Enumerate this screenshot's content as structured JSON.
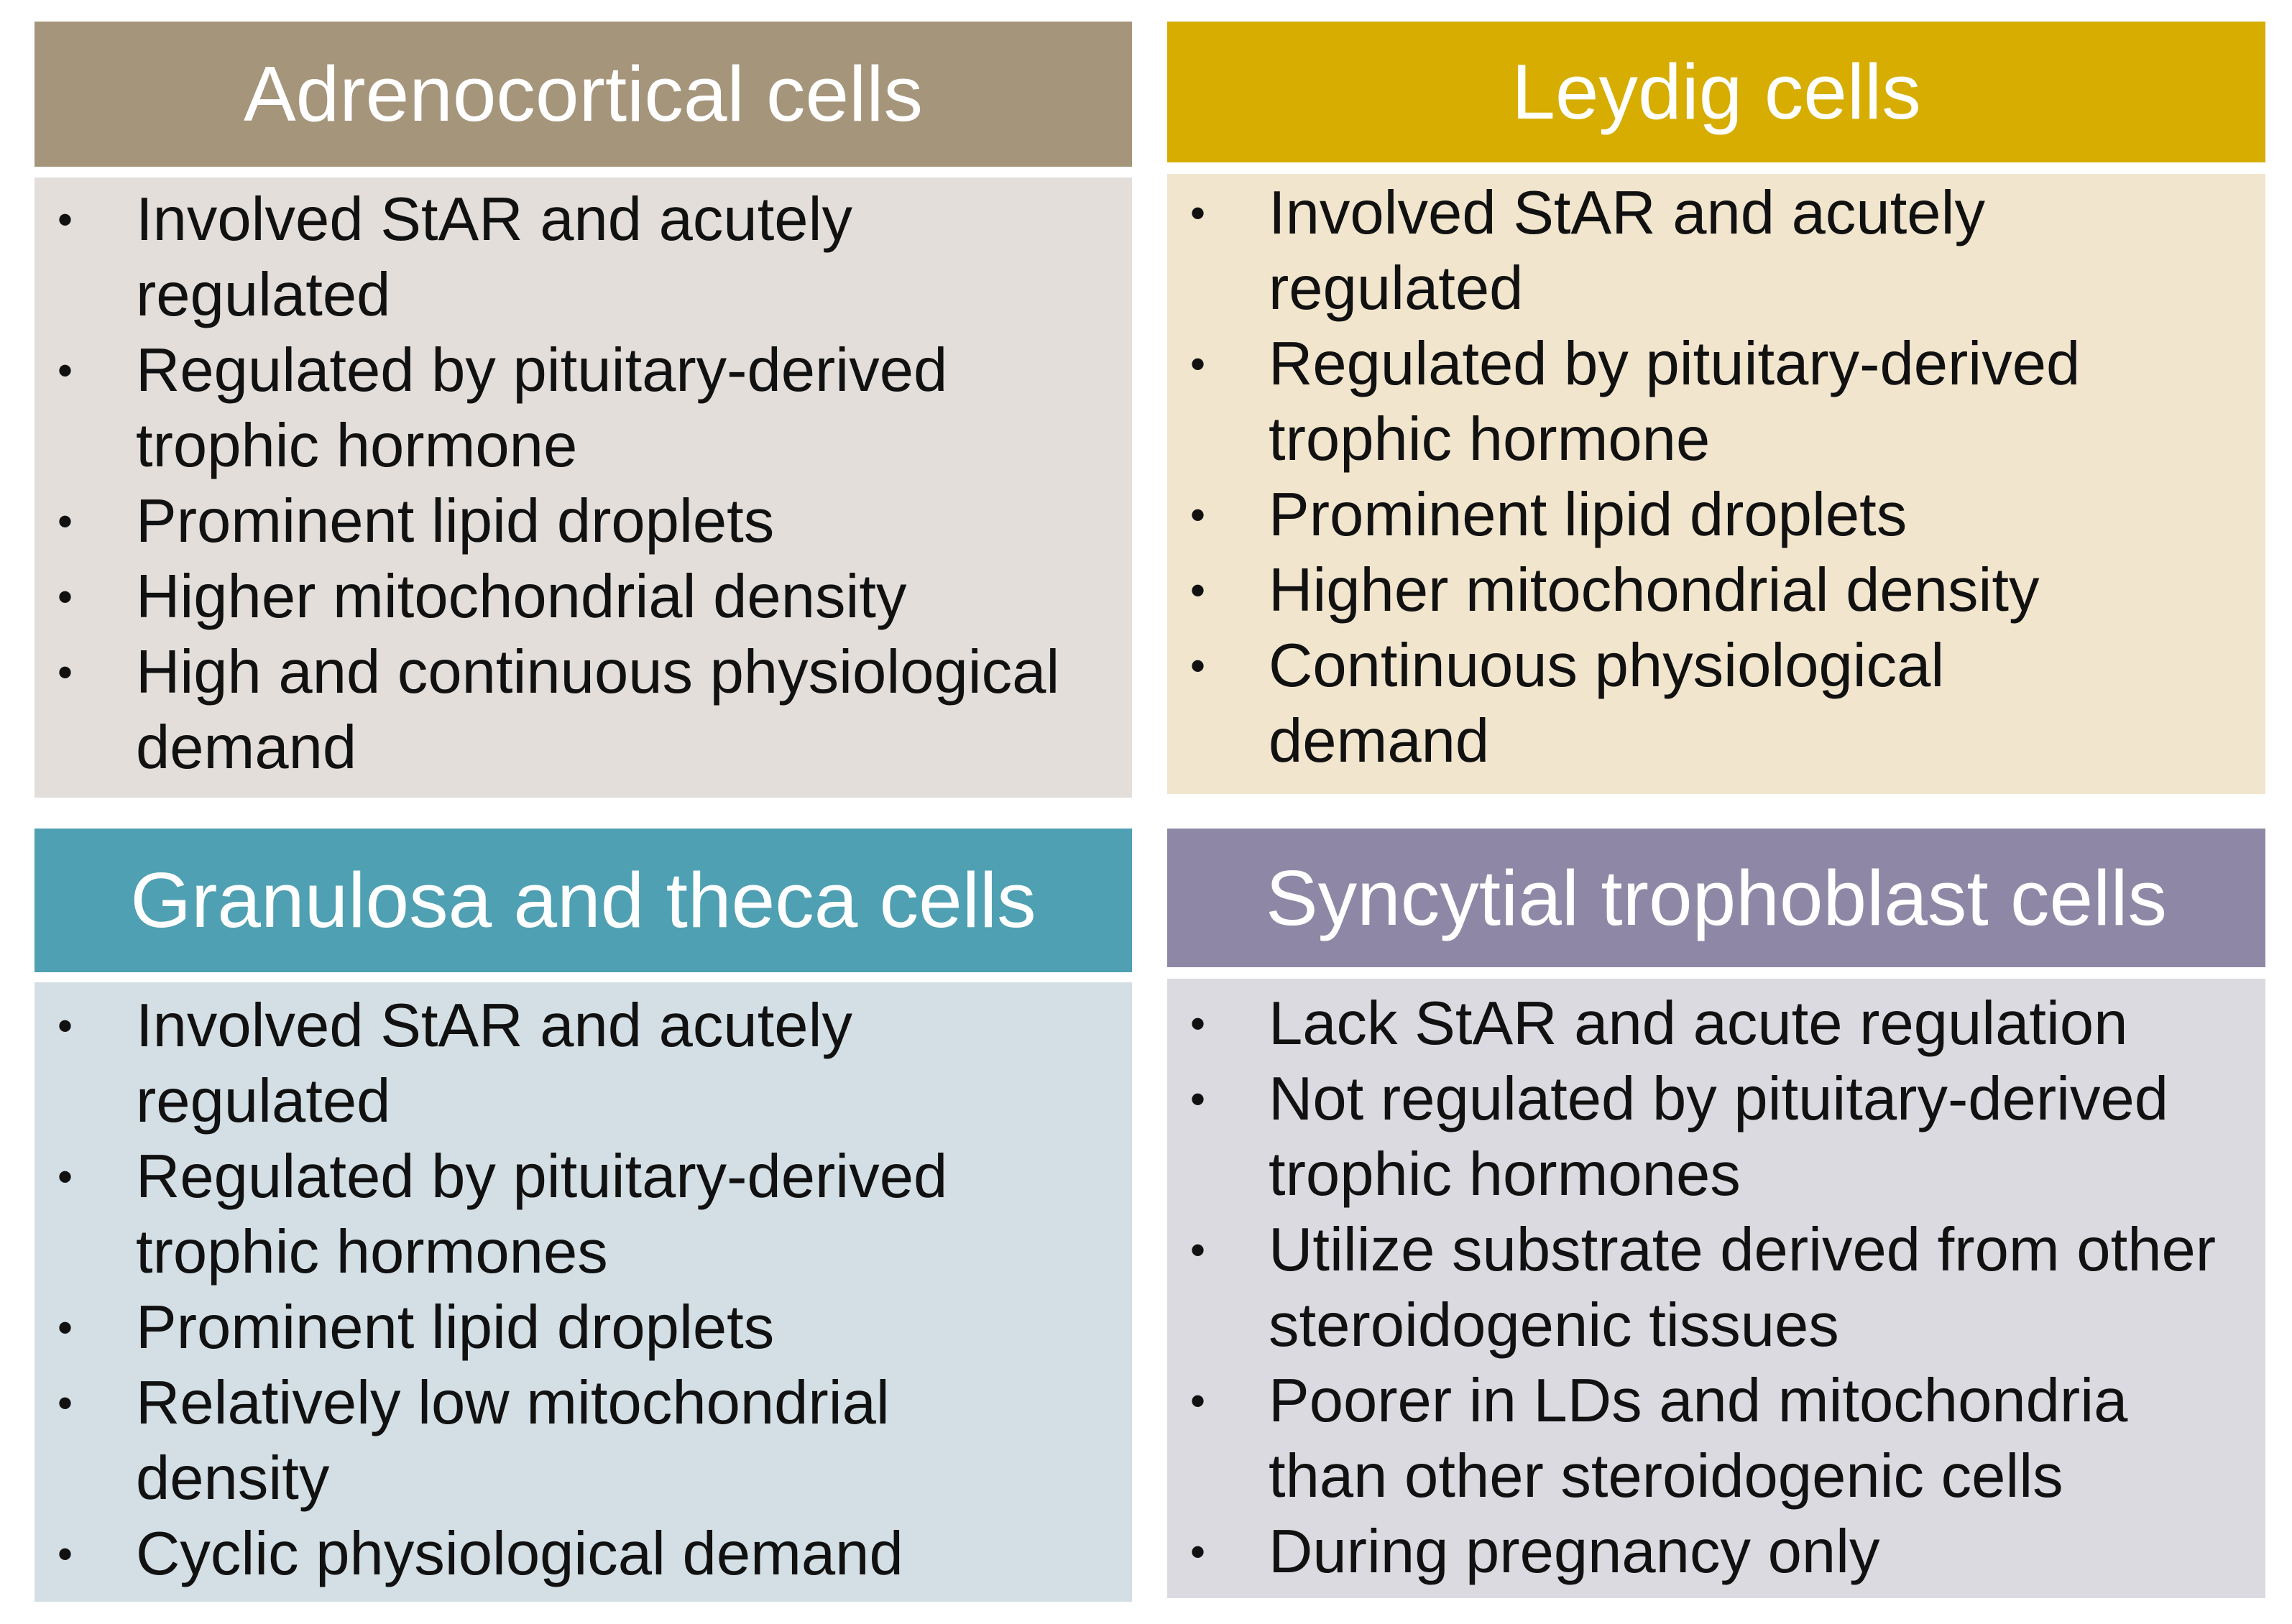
{
  "panels": [
    {
      "title": "Adrenocortical cells",
      "header_color": "#a5957b",
      "body_color": "#e3deda",
      "bullet_glyph": "•",
      "items": [
        "Involved StAR and acutely regulated",
        "Regulated by pituitary-derived trophic hormone",
        "Prominent lipid droplets",
        "Higher mitochondrial density",
        "High and continuous physiological demand"
      ]
    },
    {
      "title": "Leydig cells",
      "header_color": "#d6ad00",
      "body_color": "#f1e5cd",
      "bullet_glyph": "•",
      "items": [
        "Involved StAR and acutely regulated",
        "Regulated by pituitary-derived trophic hormone",
        "Prominent lipid droplets",
        "Higher mitochondrial density",
        "Continuous physiological demand"
      ]
    },
    {
      "title": "Granulosa and theca cells",
      "header_color": "#4ea0b2",
      "body_color": "#d3dfe5",
      "bullet_glyph": "•",
      "items": [
        "Involved StAR and acutely regulated",
        "Regulated by pituitary-derived trophic hormones",
        "Prominent lipid droplets",
        "Relatively low mitochondrial density",
        "Cyclic physiological demand"
      ]
    },
    {
      "title": "Syncytial trophoblast cells",
      "header_color": "#8e88a6",
      "body_color": "#dcdae1",
      "bullet_glyph": "•",
      "items": [
        "Lack StAR and acute regulation",
        "Not regulated by pituitary-derived trophic hormones",
        "Utilize substrate derived from other steroidogenic tissues",
        "Poorer in LDs and mitochondria than other steroidogenic cells",
        "During pregnancy only"
      ]
    }
  ]
}
